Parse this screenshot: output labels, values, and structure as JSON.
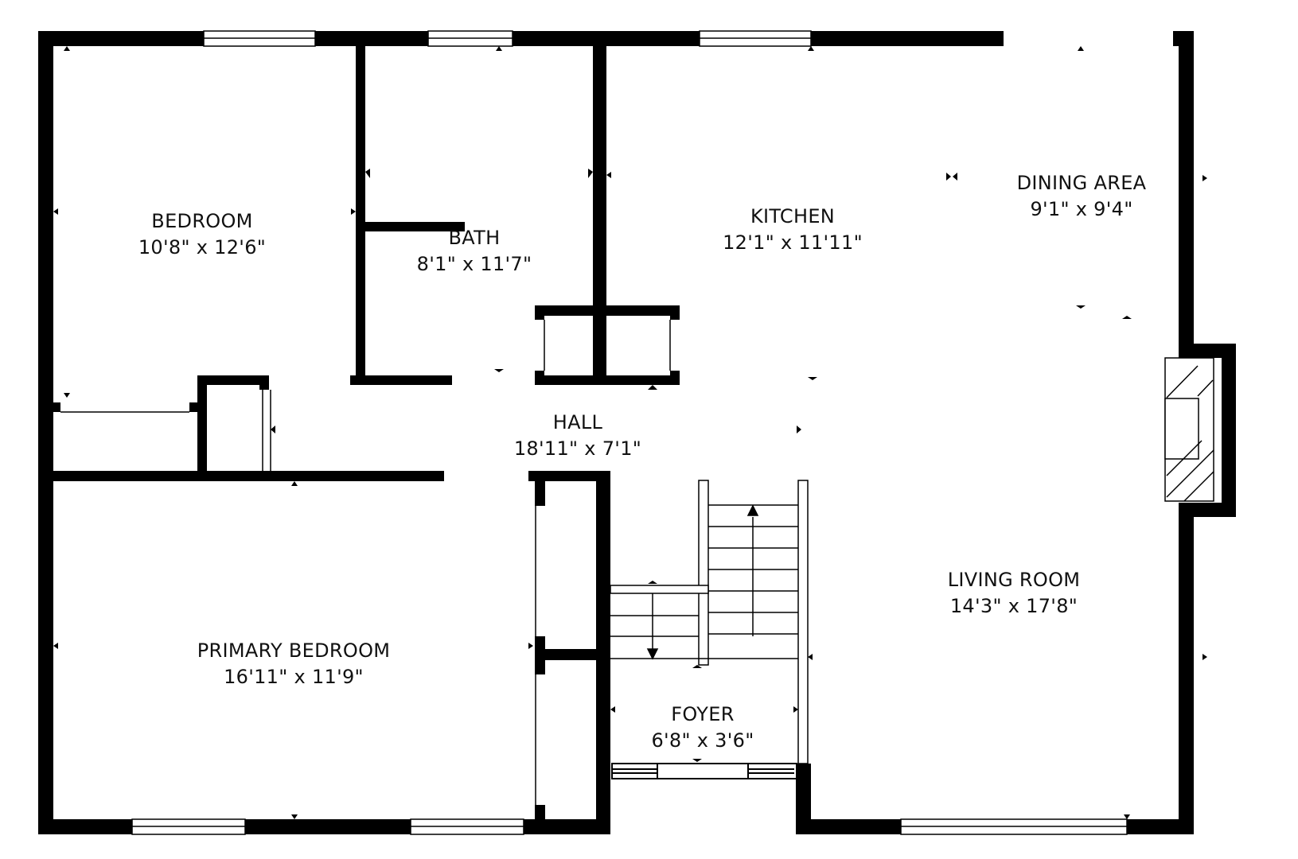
{
  "floorplan": {
    "wall_color": "#000000",
    "background_color": "#ffffff",
    "rooms": [
      {
        "id": "bedroom",
        "name": "BEDROOM",
        "dims": "10'8\" x 12'6\""
      },
      {
        "id": "bath",
        "name": "BATH",
        "dims": "8'1\" x 11'7\""
      },
      {
        "id": "kitchen",
        "name": "KITCHEN",
        "dims": "12'1\" x 11'11\""
      },
      {
        "id": "dining-area",
        "name": "DINING AREA",
        "dims": "9'1\" x 9'4\""
      },
      {
        "id": "hall",
        "name": "HALL",
        "dims": "18'11\" x 7'1\""
      },
      {
        "id": "living-room",
        "name": "LIVING ROOM",
        "dims": "14'3\" x 17'8\""
      },
      {
        "id": "primary-bedroom",
        "name": "PRIMARY BEDROOM",
        "dims": "16'11\" x 11'9\""
      },
      {
        "id": "foyer",
        "name": "FOYER",
        "dims": "6'8\" x 3'6\""
      }
    ]
  }
}
